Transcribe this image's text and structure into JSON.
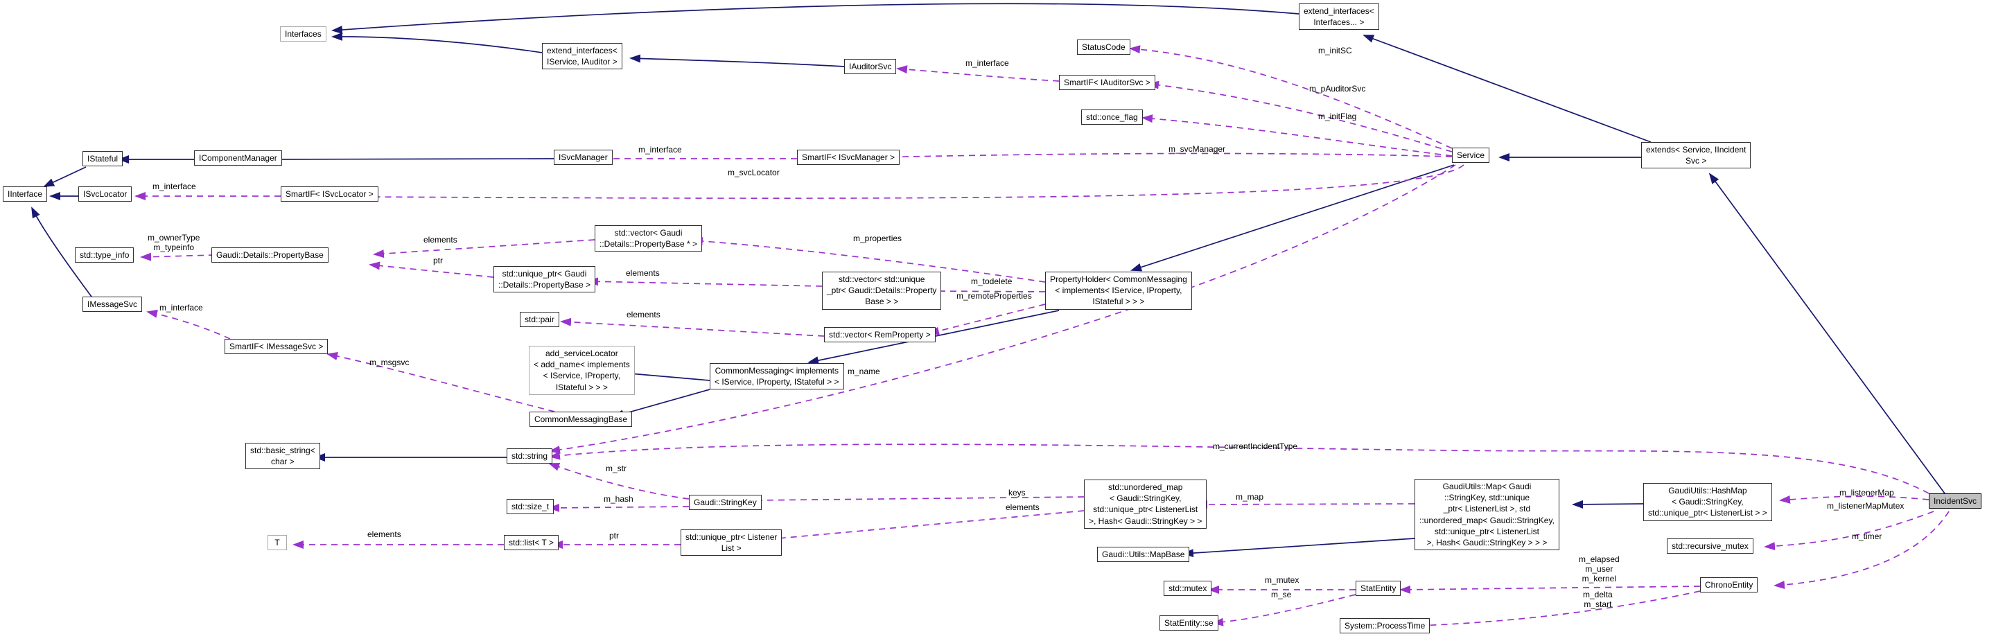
{
  "diagram": {
    "type": "doxygen-collaboration-graph",
    "focus_class": "IncidentSvc"
  },
  "colors": {
    "inheritance_edge": "#191970",
    "usage_edge": "#9a32cd",
    "node_border": "#2f2f2f",
    "template_node_border": "#a9a9a9",
    "current_node_fill": "#bfbfbf",
    "background": "#ffffff"
  },
  "nodes": [
    {
      "id": "interfaces",
      "label": "Interfaces"
    },
    {
      "id": "extend-interfaces-iservice-iauditor",
      "label": "extend_interfaces<\nIService, IAuditor >"
    },
    {
      "id": "iauditorsvc",
      "label": "IAuditorSvc"
    },
    {
      "id": "statuscode",
      "label": "StatusCode"
    },
    {
      "id": "smartif-iauditorsvc",
      "label": "SmartIF< IAuditorSvc >"
    },
    {
      "id": "std-once-flag",
      "label": "std::once_flag"
    },
    {
      "id": "extend-interfaces-interfaces",
      "label": "extend_interfaces<\nInterfaces... >"
    },
    {
      "id": "istateful",
      "label": "IStateful"
    },
    {
      "id": "icomponentmanager",
      "label": "IComponentManager"
    },
    {
      "id": "isvcmanager",
      "label": "ISvcManager"
    },
    {
      "id": "smartif-isvcmanager",
      "label": "SmartIF< ISvcManager >"
    },
    {
      "id": "service",
      "label": "Service"
    },
    {
      "id": "extends-service-iincidentsvc",
      "label": "extends< Service, IIncident\nSvc >"
    },
    {
      "id": "iinterface",
      "label": "IInterface"
    },
    {
      "id": "isvclocator",
      "label": "ISvcLocator"
    },
    {
      "id": "smartif-isvclocator",
      "label": "SmartIF< ISvcLocator >"
    },
    {
      "id": "std-type-info",
      "label": "std::type_info"
    },
    {
      "id": "gaudi-details-propertybase",
      "label": "Gaudi::Details::PropertyBase"
    },
    {
      "id": "std-vector-propertybase-ptr",
      "label": "std::vector< Gaudi\n::Details::PropertyBase * >"
    },
    {
      "id": "std-unique-ptr-propertybase",
      "label": "std::unique_ptr< Gaudi\n::Details::PropertyBase >"
    },
    {
      "id": "std-vector-unique-ptr-propertybase",
      "label": "std::vector< std::unique\n_ptr< Gaudi::Details::Property\nBase > >"
    },
    {
      "id": "propertyholder",
      "label": "PropertyHolder< CommonMessaging\n< implements< IService, IProperty,\nIStateful > > >"
    },
    {
      "id": "std-pair",
      "label": "std::pair"
    },
    {
      "id": "std-vector-remproperty",
      "label": "std::vector< RemProperty >"
    },
    {
      "id": "imessagesvc",
      "label": "IMessageSvc"
    },
    {
      "id": "smartif-imessagesvc",
      "label": "SmartIF< IMessageSvc >"
    },
    {
      "id": "add-servicelocator",
      "label": "add_serviceLocator\n< add_name< implements\n< IService, IProperty,\nIStateful > > >"
    },
    {
      "id": "commonmessaging",
      "label": "CommonMessaging< implements\n< IService, IProperty, IStateful > >"
    },
    {
      "id": "commonmessagingbase",
      "label": "CommonMessagingBase"
    },
    {
      "id": "std-basic-string-char",
      "label": "std::basic_string<\nchar >"
    },
    {
      "id": "std-string",
      "label": "std::string"
    },
    {
      "id": "std-size-t",
      "label": "std::size_t"
    },
    {
      "id": "t",
      "label": "T"
    },
    {
      "id": "std-list-t",
      "label": "std::list< T >"
    },
    {
      "id": "gaudi-stringkey",
      "label": "Gaudi::StringKey"
    },
    {
      "id": "std-unique-ptr-listenerlist",
      "label": "std::unique_ptr< Listener\nList >"
    },
    {
      "id": "std-unordered-map",
      "label": "std::unordered_map\n< Gaudi::StringKey,\nstd::unique_ptr< ListenerList\n>, Hash< Gaudi::StringKey > >"
    },
    {
      "id": "gaudiutils-map",
      "label": "GaudiUtils::Map< Gaudi\n::StringKey, std::unique\n_ptr< ListenerList >, std\n::unordered_map< Gaudi::StringKey,\nstd::unique_ptr< ListenerList\n>, Hash< Gaudi::StringKey > > >"
    },
    {
      "id": "gaudi-utils-mapbase",
      "label": "Gaudi::Utils::MapBase"
    },
    {
      "id": "gaudiutils-hashmap",
      "label": "GaudiUtils::HashMap\n< Gaudi::StringKey,\nstd::unique_ptr< ListenerList > >"
    },
    {
      "id": "std-recursive-mutex",
      "label": "std::recursive_mutex"
    },
    {
      "id": "incidentsvc",
      "label": "IncidentSvc"
    },
    {
      "id": "std-mutex",
      "label": "std::mutex"
    },
    {
      "id": "statentity",
      "label": "StatEntity"
    },
    {
      "id": "statentity-se",
      "label": "StatEntity::se"
    },
    {
      "id": "system-processtime",
      "label": "System::ProcessTime"
    },
    {
      "id": "chronoentity",
      "label": "ChronoEntity"
    }
  ],
  "edge_labels": [
    {
      "text": "m_interface"
    },
    {
      "text": "m_initSC"
    },
    {
      "text": "m_pAuditorSvc"
    },
    {
      "text": "m_initFlag"
    },
    {
      "text": "m_interface"
    },
    {
      "text": "m_interface"
    },
    {
      "text": "m_svcLocator"
    },
    {
      "text": "m_svcManager"
    },
    {
      "text": "m_ownerType\nm_typeinfo"
    },
    {
      "text": "elements"
    },
    {
      "text": "ptr"
    },
    {
      "text": "m_properties"
    },
    {
      "text": "elements"
    },
    {
      "text": "m_todelete"
    },
    {
      "text": "m_remoteProperties"
    },
    {
      "text": "elements"
    },
    {
      "text": "m_interface"
    },
    {
      "text": "m_msgsvc"
    },
    {
      "text": "m_name"
    },
    {
      "text": "m_currentIncidentType"
    },
    {
      "text": "m_str"
    },
    {
      "text": "m_hash"
    },
    {
      "text": "keys"
    },
    {
      "text": "elements"
    },
    {
      "text": "m_map"
    },
    {
      "text": "ptr"
    },
    {
      "text": "elements"
    },
    {
      "text": "m_listenerMap"
    },
    {
      "text": "m_listenerMapMutex"
    },
    {
      "text": "m_timer"
    },
    {
      "text": "m_elapsed\nm_user\nm_kernel"
    },
    {
      "text": "m_delta\nm_start"
    },
    {
      "text": "m_mutex"
    },
    {
      "text": "m_se"
    }
  ]
}
